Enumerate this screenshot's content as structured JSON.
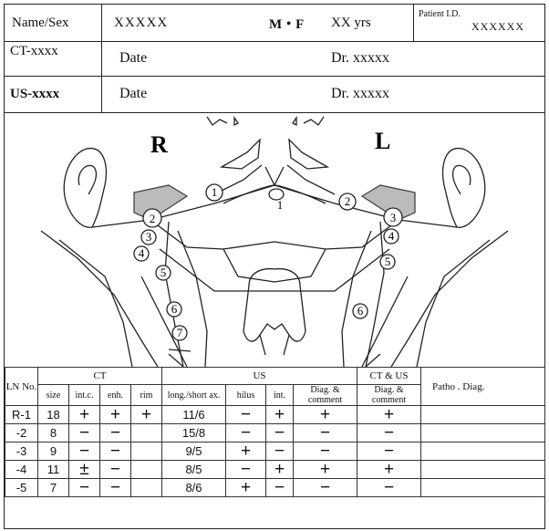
{
  "header": {
    "name_label": "Name/Sex",
    "name_value": "XXXXX",
    "sex_value": "M・F",
    "age_value": "XX yrs",
    "pid_label": "Patient I.D.",
    "pid_value": "XXXXXX"
  },
  "ct_row": {
    "label": "CT-xxxx",
    "date": "Date",
    "doctor": "Dr. xxxxx"
  },
  "us_row": {
    "label": "US-xxxx",
    "date": "Date",
    "doctor": "Dr. xxxxx"
  },
  "diagram": {
    "side_right": "R",
    "side_left": "L",
    "right_nodes": [
      "1",
      "2",
      "3",
      "4",
      "5",
      "6",
      "7"
    ],
    "left_nodes": [
      "2",
      "3",
      "4",
      "5",
      "6"
    ],
    "center_node": "1"
  },
  "table": {
    "ln_label": "LN No.",
    "ct_label": "CT",
    "us_label": "US",
    "ctus_label": "CT & US",
    "patho_label": "Patho . Diag.",
    "ct_cols": [
      "size",
      "int.c.",
      "enh.",
      "rim"
    ],
    "us_cols": [
      "long./short ax.",
      "hilus",
      "int."
    ],
    "diag_comment": "Diag. & comment",
    "ctus_diag_comment": "Diag. & comment",
    "rows": [
      {
        "ln": "R-1",
        "size": "18",
        "intc": "+",
        "enh": "+",
        "rim": "+",
        "axis": "11/6",
        "hilus": "−",
        "int": "+",
        "diag": "+",
        "ctus": "+",
        "patho": ""
      },
      {
        "ln": "-2",
        "size": "8",
        "intc": "−",
        "enh": "−",
        "rim": "",
        "axis": "15/8",
        "hilus": "−",
        "int": "−",
        "diag": "−",
        "ctus": "−",
        "patho": ""
      },
      {
        "ln": "-3",
        "size": "9",
        "intc": "−",
        "enh": "−",
        "rim": "",
        "axis": "9/5",
        "hilus": "+",
        "int": "−",
        "diag": "−",
        "ctus": "−",
        "patho": ""
      },
      {
        "ln": "-4",
        "size": "11",
        "intc": "±",
        "enh": "−",
        "rim": "",
        "axis": "8/5",
        "hilus": "−",
        "int": "+",
        "diag": "+",
        "ctus": "+",
        "patho": ""
      },
      {
        "ln": "-5",
        "size": "7",
        "intc": "−",
        "enh": "−",
        "rim": "",
        "axis": "8/6",
        "hilus": "+",
        "int": "−",
        "diag": "−",
        "ctus": "−",
        "patho": ""
      }
    ]
  }
}
